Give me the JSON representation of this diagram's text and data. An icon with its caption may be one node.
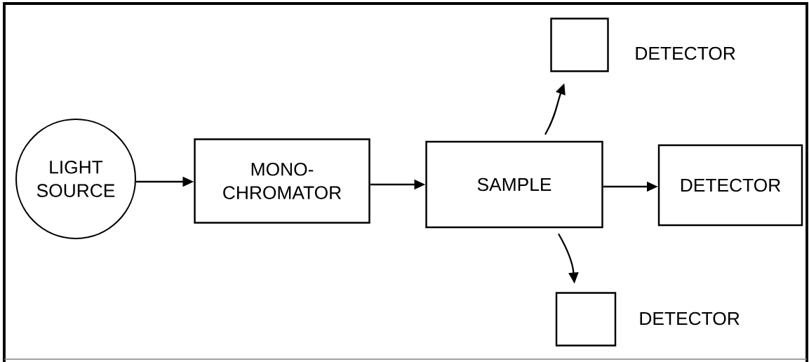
{
  "diagram": {
    "nodes": [
      {
        "text": [
          "LIGHT SOURCE"
        ]
      },
      {
        "text": [
          "MONO- CHROMATOR"
        ]
      },
      {
        "text": [
          "SAMPLE"
        ]
      },
      {
        "text": [],
        "shape": "box",
        "beside": [
          "DETECTOR"
        ]
      },
      {
        "text": [
          "DETECTOR"
        ]
      },
      {
        "text": [],
        "shape": "box",
        "beside": [
          "DETECTOR"
        ]
      }
    ],
    "edges": [
      {
        "from": 0,
        "to": 1,
        "arrow": "to"
      },
      {
        "from": 1,
        "to": 2,
        "arrow": "to"
      },
      {
        "from": 2,
        "to": 3,
        "arrow": "to"
      },
      {
        "from": 2,
        "to": 4,
        "arrow": "to"
      },
      {
        "from": 2,
        "to": 5,
        "arrow": "to"
      }
    ]
  }
}
